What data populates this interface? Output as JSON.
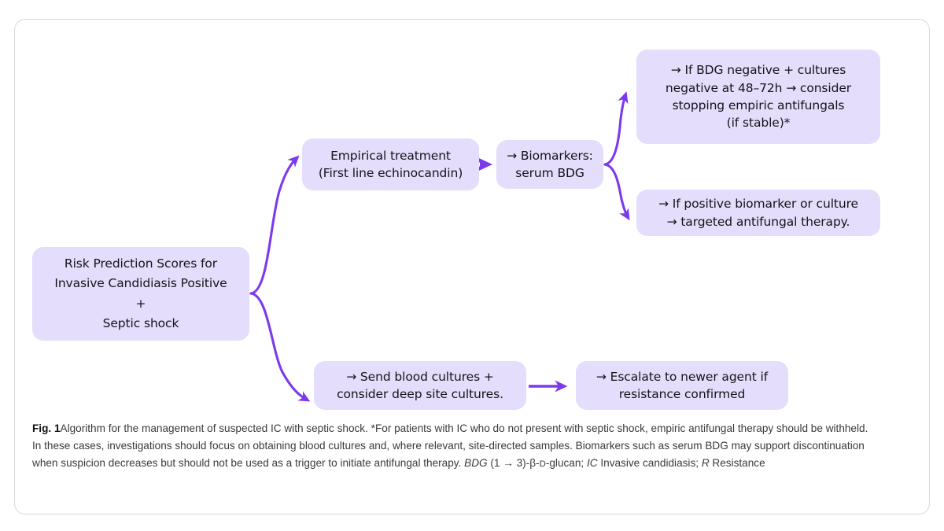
{
  "figure": {
    "label": "Fig. 1",
    "caption_part1": "Algorithm for the management of suspected IC with septic shock. *For patients with IC who do not present with septic shock, empiric antifungal therapy should be withheld. In these cases, investigations should focus on obtaining blood cultures and, where relevant, site-directed samples. Biomarkers such as serum BDG may support discontinuation when suspicion decreases but should not be used as a trigger to initiate antifungal therapy. ",
    "abbr_bdg": "BDG",
    "abbr_bdg_def_a": " (1 ",
    "abbr_bdg_arrow": "→",
    "abbr_bdg_def_b": " 3)-β-",
    "abbr_bdg_def_smallcaps": "D",
    "abbr_bdg_def_c": "-glucan; ",
    "abbr_ic": "IC",
    "abbr_ic_def": " Invasive candidiasis; ",
    "abbr_r": "R",
    "abbr_r_def": " Resistance"
  },
  "colors": {
    "node_fill": "#e4ddfb",
    "arrow": "#7c3aed",
    "frame_border": "#d8d8d8",
    "node_text": "#15141a",
    "caption_text": "#3a3a3a"
  },
  "flow": {
    "nodes": [
      {
        "id": "risk-prediction",
        "text": "Risk Prediction Scores for\nInvasive Candidiasis Positive\n+\nSeptic shock"
      },
      {
        "id": "empirical-treatment",
        "text": "Empirical treatment\n(First line echinocandin)"
      },
      {
        "id": "biomarkers",
        "text": "→ Biomarkers:\nserum BDG"
      },
      {
        "id": "bdg-negative",
        "text": "→ If BDG negative + cultures\nnegative at 48–72h → consider\nstopping empiric antifungals\n(if stable)*"
      },
      {
        "id": "positive-biomarker",
        "text": "→ If positive biomarker or culture\n→ targeted antifungal therapy."
      },
      {
        "id": "send-cultures",
        "text": "→ Send blood cultures +\nconsider deep site cultures."
      },
      {
        "id": "escalate",
        "text": "→ Escalate to newer agent if\nresistance confirmed"
      }
    ],
    "edges": [
      {
        "id": "risk-to-empirical",
        "from": "risk-prediction",
        "to": "empirical-treatment",
        "style": "curved"
      },
      {
        "id": "risk-to-cultures",
        "from": "risk-prediction",
        "to": "send-cultures",
        "style": "curved"
      },
      {
        "id": "empirical-to-biomarkers",
        "from": "empirical-treatment",
        "to": "biomarkers",
        "style": "straight"
      },
      {
        "id": "biomarkers-to-bdg-negative",
        "from": "biomarkers",
        "to": "bdg-negative",
        "style": "curved"
      },
      {
        "id": "biomarkers-to-positive",
        "from": "biomarkers",
        "to": "positive-biomarker",
        "style": "curved"
      },
      {
        "id": "cultures-to-escalate",
        "from": "send-cultures",
        "to": "escalate",
        "style": "straight"
      }
    ]
  }
}
